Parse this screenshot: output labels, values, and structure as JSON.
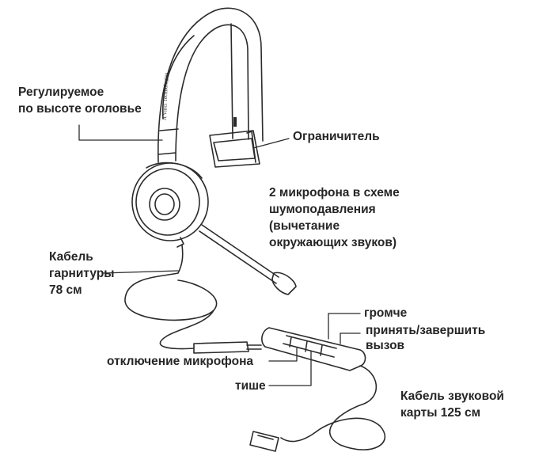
{
  "labels": {
    "headband": [
      "Регулируемое",
      "по высоте оголовье"
    ],
    "limiter": "Ограничитель",
    "mics": [
      "2 микрофона в схеме",
      "шумоподавления",
      "(вычетание",
      "окружающих звуков)"
    ],
    "headset_cable": [
      "Кабель",
      "гарнитуры",
      "78 см"
    ],
    "volume_up": "громче",
    "answer_end": [
      "принять/завершить",
      "вызов"
    ],
    "mic_mute": "отключение микрофона",
    "volume_down": "тише",
    "soundcard_cable": [
      "Кабель звуковой",
      "карты 125 см"
    ]
  },
  "brand_text": "A Vinci Technologies",
  "colors": {
    "text": "#262626",
    "line": "#2b2b2b",
    "background": "#ffffff"
  }
}
